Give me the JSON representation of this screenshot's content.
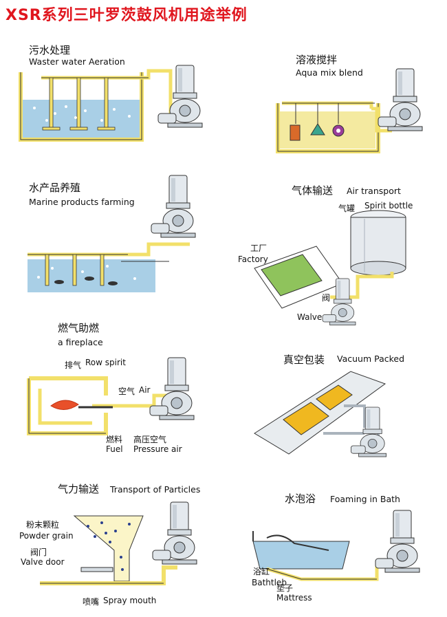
{
  "title": "XSR系列三叶罗茨鼓风机用途举例",
  "sections": {
    "wastewater": {
      "cn": "污水处理",
      "en": "Waster water Aeration"
    },
    "mix": {
      "cn": "溶液搅拌",
      "en": "Aqua mix blend"
    },
    "marine": {
      "cn": "水产品养殖",
      "en": "Marine products farming"
    },
    "air_transport": {
      "cn": "气体输送",
      "en": "Air transport",
      "bottle_cn": "气罐",
      "bottle_en": "Spirit bottle",
      "factory_cn": "工厂",
      "factory_en": "Factory",
      "valve_cn": "阀",
      "valve_en": "Walve"
    },
    "fireplace": {
      "cn": "燃气助燃",
      "en": "a fireplace",
      "exhaust_cn": "排气",
      "exhaust_en": "Row spirit",
      "air_cn": "空气",
      "air_en": "Air",
      "fuel_cn": "燃料",
      "fuel_en": "Fuel",
      "pressure_cn": "高压空气",
      "pressure_en": "Pressure air"
    },
    "vacuum": {
      "cn": "真空包装",
      "en": "Vacuum Packed"
    },
    "particles": {
      "cn": "气力输送",
      "en": "Transport of Particles",
      "powder_cn": "粉末颗粒",
      "powder_en": "Powder grain",
      "valve_cn": "阀门",
      "valve_en": "Valve door",
      "spray_cn": "喷嘴",
      "spray_en": "Spray mouth"
    },
    "bath": {
      "cn": "水泡浴",
      "en": "Foaming in Bath",
      "tub_cn": "浴缸",
      "tub_en": "Bathtleb",
      "mat_cn": "垫子",
      "mat_en": "Mattress"
    }
  },
  "colors": {
    "title": "#e0161e",
    "pipe": "#f2e06a",
    "pipe_edge": "#333333",
    "water": "#a9cfe6",
    "blower": "#dfe5ea",
    "factory": "#8fc35c",
    "flame": "#e8502a",
    "vacuum_pad": "#f0b820"
  }
}
